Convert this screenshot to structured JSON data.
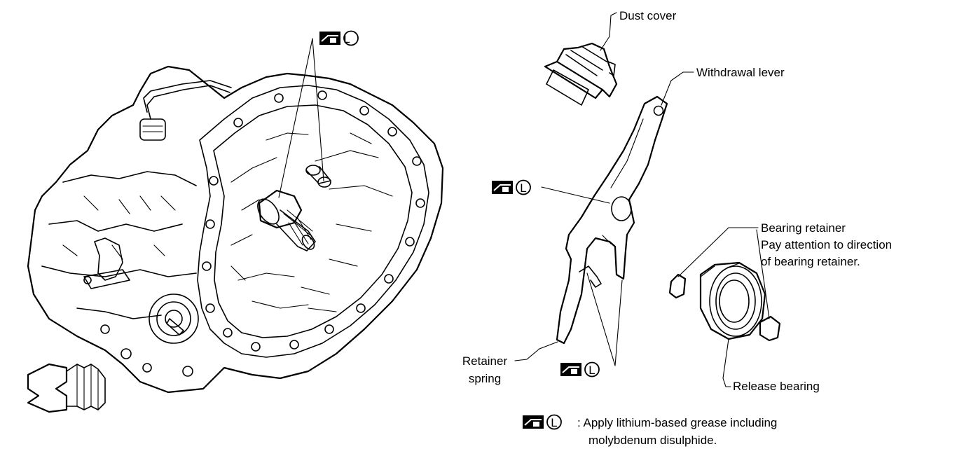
{
  "labels": {
    "dust_cover": "Dust cover",
    "withdrawal_lever": "Withdrawal lever",
    "bearing_retainer": "Bearing retainer",
    "bearing_note_1": "Pay attention to direction",
    "bearing_note_2": "of bearing retainer.",
    "release_bearing": "Release bearing",
    "retainer_spring_1": "Retainer",
    "retainer_spring_2": "spring"
  },
  "grease_symbol": {
    "icon": "grease-gun-icon",
    "letter": "L"
  },
  "legend": {
    "line1": ": Apply lithium-based grease including",
    "line2": "molybdenum disulphide."
  }
}
